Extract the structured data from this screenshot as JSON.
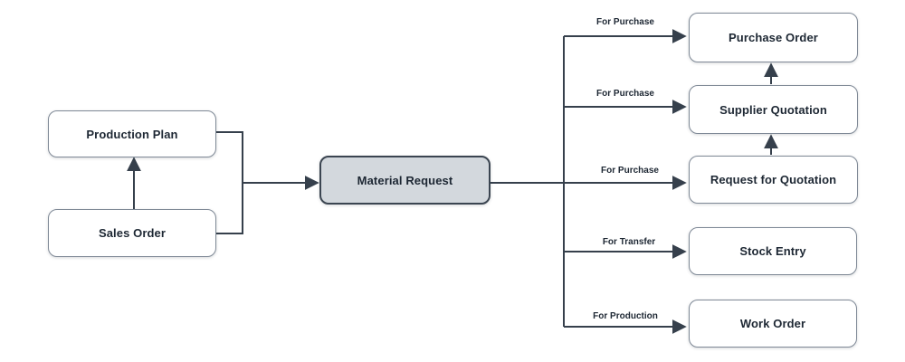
{
  "diagram": {
    "type": "flowchart",
    "colors": {
      "connector": "#36404c",
      "node_border": "#7f8996",
      "node_fill": "#ffffff",
      "node_text": "#1d2733",
      "highlight_node_fill": "#d3d8dd",
      "highlight_node_border": "#3b4551",
      "background": "#ffffff"
    },
    "nodes": {
      "production_plan": {
        "label": "Production Plan"
      },
      "sales_order": {
        "label": "Sales Order"
      },
      "material_request": {
        "label": "Material Request",
        "highlighted": true
      },
      "purchase_order": {
        "label": "Purchase Order"
      },
      "supplier_quotation": {
        "label": "Supplier Quotation"
      },
      "request_for_quotation": {
        "label": "Request for Quotation"
      },
      "stock_entry": {
        "label": "Stock Entry"
      },
      "work_order": {
        "label": "Work Order"
      }
    },
    "edges": {
      "sales_order_to_production_plan": {
        "from": "Sales Order",
        "to": "Production Plan",
        "label": ""
      },
      "production_plan_to_material_request": {
        "from": "Production Plan",
        "to": "Material Request",
        "label": ""
      },
      "sales_order_to_material_request": {
        "from": "Sales Order",
        "to": "Material Request",
        "label": ""
      },
      "material_request_to_purchase_order": {
        "from": "Material Request",
        "to": "Purchase Order",
        "label": "For Purchase"
      },
      "material_request_to_supplier_quotation": {
        "from": "Material Request",
        "to": "Supplier Quotation",
        "label": "For Purchase"
      },
      "material_request_to_request_for_quotation": {
        "from": "Material Request",
        "to": "Request for Quotation",
        "label": "For Purchase"
      },
      "material_request_to_stock_entry": {
        "from": "Material Request",
        "to": "Stock Entry",
        "label": "For Transfer"
      },
      "material_request_to_work_order": {
        "from": "Material Request",
        "to": "Work Order",
        "label": "For Production"
      },
      "supplier_quotation_to_purchase_order": {
        "from": "Supplier Quotation",
        "to": "Purchase Order",
        "label": ""
      },
      "request_for_quotation_to_supplier_quotation": {
        "from": "Request for Quotation",
        "to": "Supplier Quotation",
        "label": ""
      }
    }
  }
}
